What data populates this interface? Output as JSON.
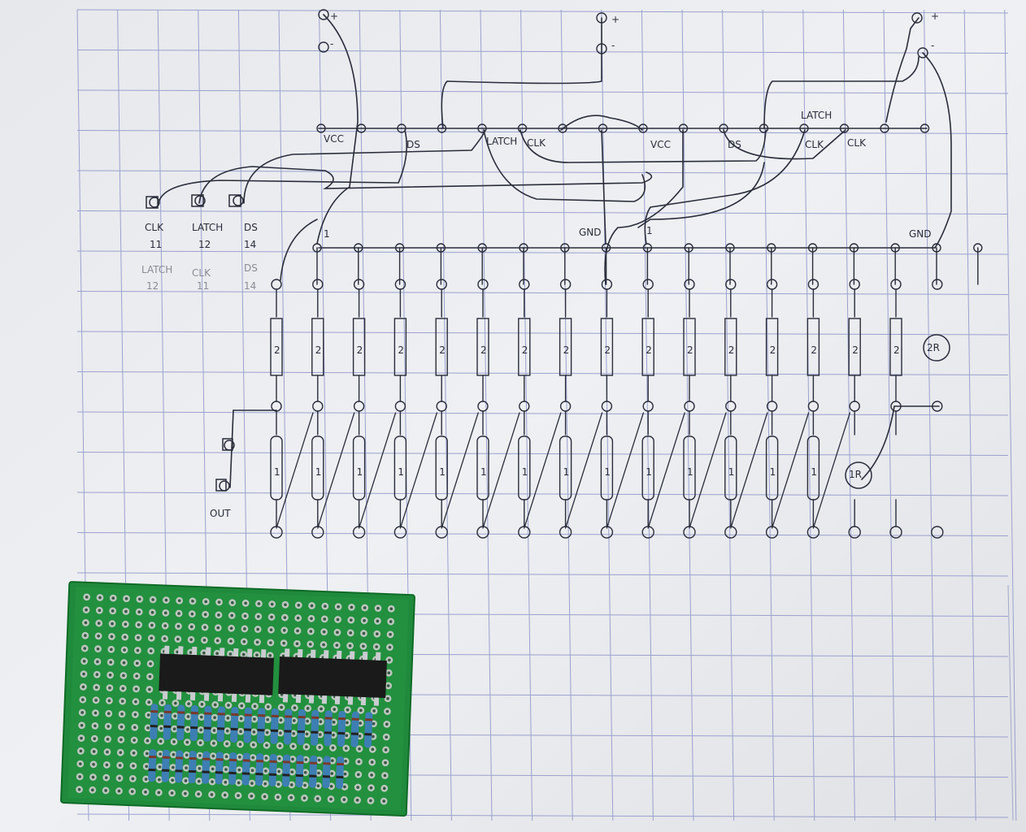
{
  "photo": {
    "subject": "photo",
    "colors": {
      "paper": "#eef0f3",
      "grid": "#8f94c8",
      "ink": "#2a2d3a",
      "pcb": "#1f8a3c",
      "ic": "#1a1a1a"
    }
  },
  "sketch": {
    "top_labels": [
      "VCC",
      "DS",
      "LATCH",
      "CLK",
      "VCC",
      "DS",
      "LATCH",
      "CLK",
      "CLK"
    ],
    "supply_plus": "+",
    "supply_minus": "-",
    "gnd_labels": [
      "GND",
      "GND"
    ],
    "pin1_labels": [
      "1",
      "1"
    ],
    "input_labels": [
      "CLK",
      "LATCH",
      "DS"
    ],
    "input_pins": [
      "11",
      "12",
      "14"
    ],
    "faint_labels": [
      "LATCH",
      "CLK",
      "DS"
    ],
    "faint_pins": [
      "12",
      "11",
      "14"
    ],
    "resistor_2r": "2",
    "resistor_1r": "1",
    "resistor_2r_end": "2R",
    "resistor_1r_end": "1R",
    "out_label": "OUT"
  }
}
